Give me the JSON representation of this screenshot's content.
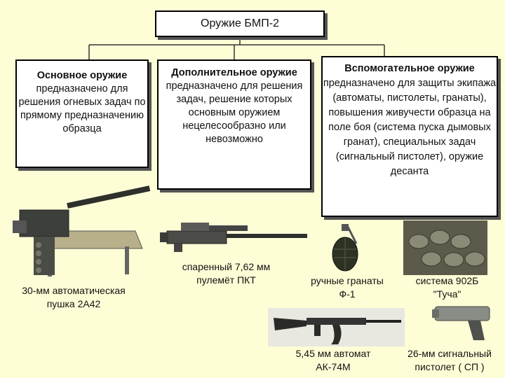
{
  "title": "Оружие БМП-2",
  "categories": {
    "main": {
      "heading": "Основное оружие",
      "body": "предназначено для решения огневых задач по прямому предназначению образца"
    },
    "additional": {
      "heading": "Дополнительное оружие",
      "body": "предназначено для решения задач, решение которых основным оружием нецелесообразно или невозможно"
    },
    "auxiliary": {
      "heading": "Вспомогательное оружие",
      "body": "предназначено для защиты экипажа (автоматы, пистолеты, гранаты), повышения живучести образца на поле боя (система пуска дымовых гранат), специальных задач (сигнальный пистолет), оружие десанта"
    }
  },
  "captions": {
    "cannon": "30-мм автоматическая пушка 2А42",
    "pkt": "спаренный 7,62 мм пулемёт ПКТ",
    "grenades": "ручные гранаты Ф-1",
    "tucha": "система 902Б \"Туча\"",
    "ak74": "5,45 мм автомат АК-74М",
    "flare_pistol": "26-мм сигнальный пистолет ( СП )"
  }
}
